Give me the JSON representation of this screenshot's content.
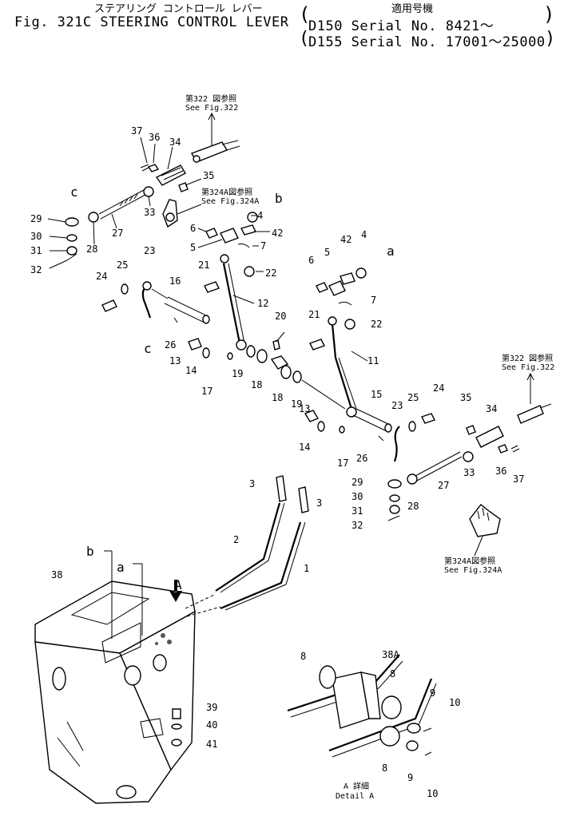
{
  "header": {
    "title_jp": "ステアリング コントロール レバー",
    "title_en": "Fig. 321C STEERING CONTROL LEVER",
    "applicable_jp": "適用号機",
    "serial_1": "D150 Serial No. 8421～",
    "serial_2": "D155 Serial No. 17001～25000",
    "paren_open": "(",
    "paren_close": ")"
  },
  "references": [
    {
      "jp": "第322 図参照",
      "en": "See Fig.322"
    },
    {
      "jp": "第324A図参照",
      "en": "See Fig.324A"
    },
    {
      "jp": "第322 図参照",
      "en": "See Fig.322"
    },
    {
      "jp": "第324A図参照",
      "en": "See Fig.324A"
    }
  ],
  "detail": {
    "jp": "A 詳細",
    "en": "Detail A"
  },
  "markers": {
    "a": "a",
    "b": "b",
    "c": "c",
    "A": "A"
  },
  "part_labels": [
    "37",
    "36",
    "34",
    "35",
    "33",
    "29",
    "30",
    "31",
    "32",
    "27",
    "28",
    "4",
    "42",
    "6",
    "5",
    "7",
    "25",
    "23",
    "24",
    "16",
    "21",
    "22",
    "12",
    "26",
    "13",
    "14",
    "17",
    "19",
    "18",
    "20",
    "11",
    "15",
    "3",
    "2",
    "1",
    "38",
    "39",
    "40",
    "41",
    "8",
    "38A",
    "9",
    "10"
  ]
}
